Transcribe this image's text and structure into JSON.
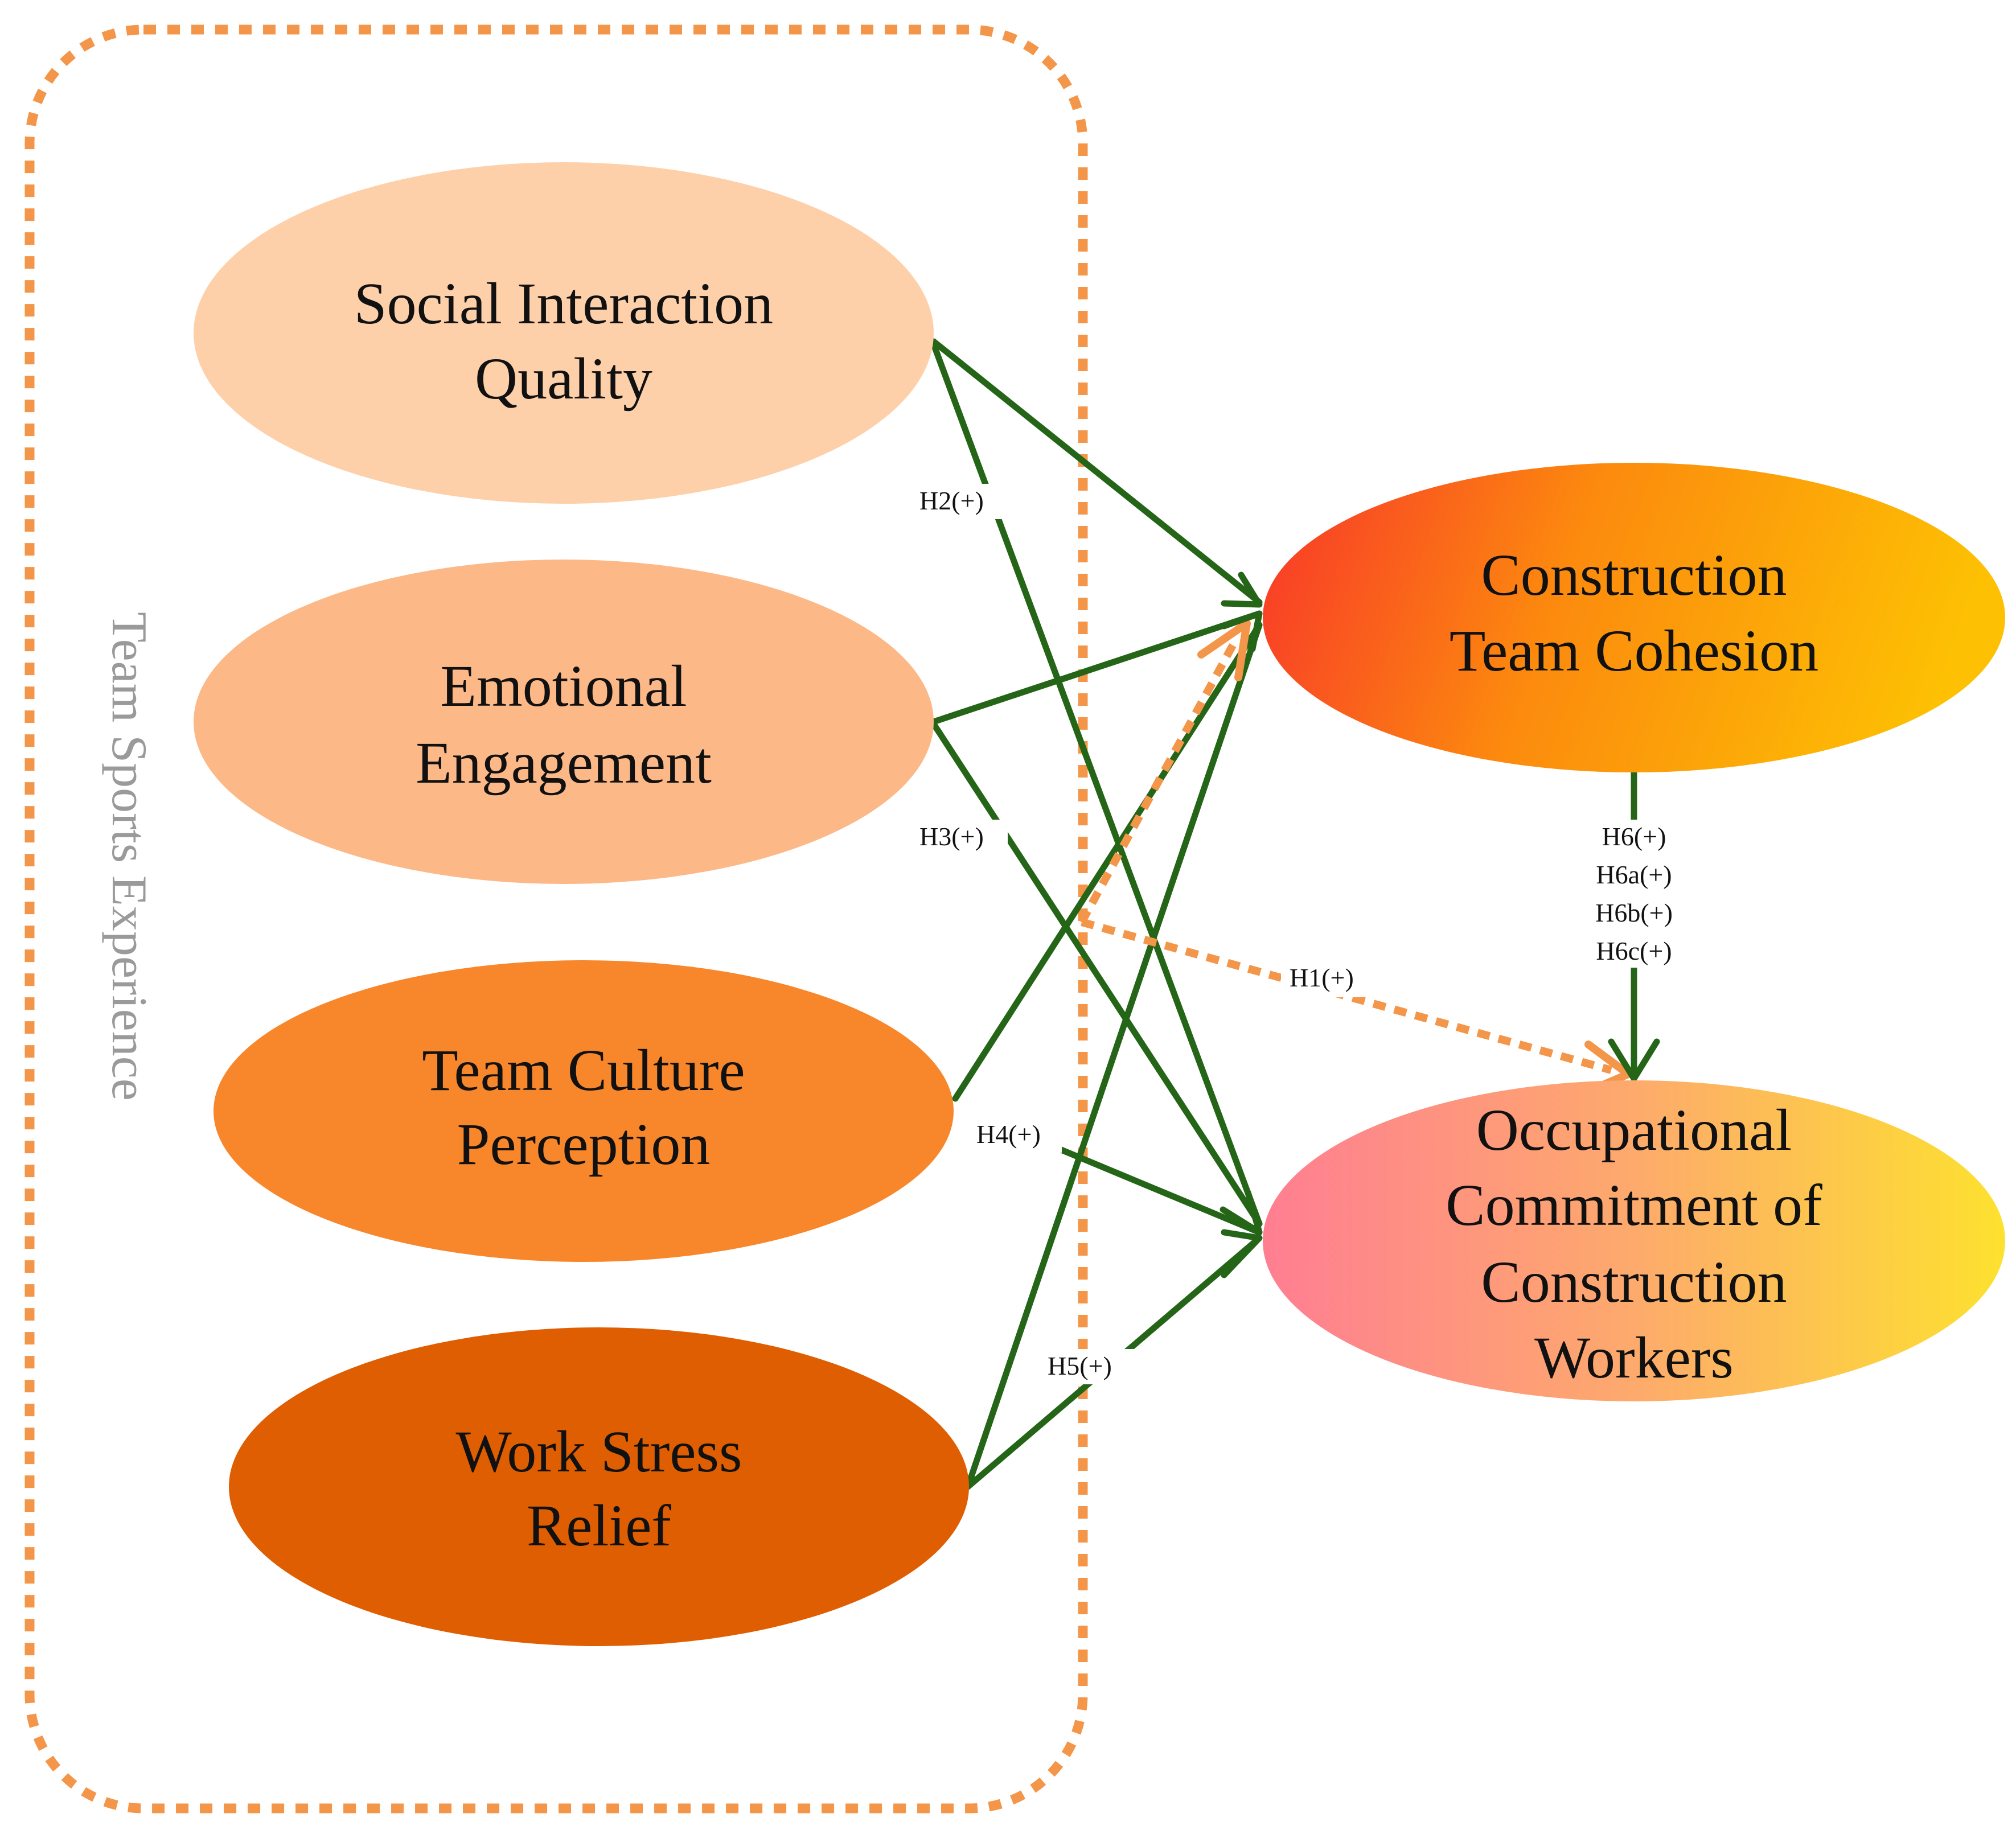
{
  "group": {
    "label": "Team Sports Experience",
    "border_color": "#F4964A",
    "label_color": "#9A9A9A"
  },
  "nodes": {
    "social": {
      "lines": [
        "Social Interaction",
        "Quality"
      ],
      "fill": "#FDD0AA"
    },
    "emotional": {
      "lines": [
        "Emotional",
        "Engagement"
      ],
      "fill": "#FCB887"
    },
    "culture": {
      "lines": [
        "Team Culture",
        "Perception"
      ],
      "fill": "#F8862A"
    },
    "stress": {
      "lines": [
        "Work Stress",
        "Relief"
      ],
      "fill": "#DF5E02"
    },
    "cohesion": {
      "lines": [
        "Construction",
        "Team Cohesion"
      ],
      "gradient": [
        "#F8352A",
        "#FC8A0E",
        "#FDC003"
      ]
    },
    "commitment": {
      "lines": [
        "Occupational",
        "Commitment of",
        "Construction",
        "Workers"
      ],
      "gradient": [
        "#FF7E92",
        "#FDAA6C",
        "#FDE12F"
      ]
    }
  },
  "hypotheses": {
    "h1": "H1(+)",
    "h2": "H2(+)",
    "h3": "H3(+)",
    "h4": "H4(+)",
    "h5": "H5(+)",
    "h6": "H6(+)",
    "h6a": "H6a(+)",
    "h6b": "H6b(+)",
    "h6c": "H6c(+)"
  },
  "colors": {
    "arrow_green": "#256518",
    "arrow_orange": "#F4964A"
  }
}
